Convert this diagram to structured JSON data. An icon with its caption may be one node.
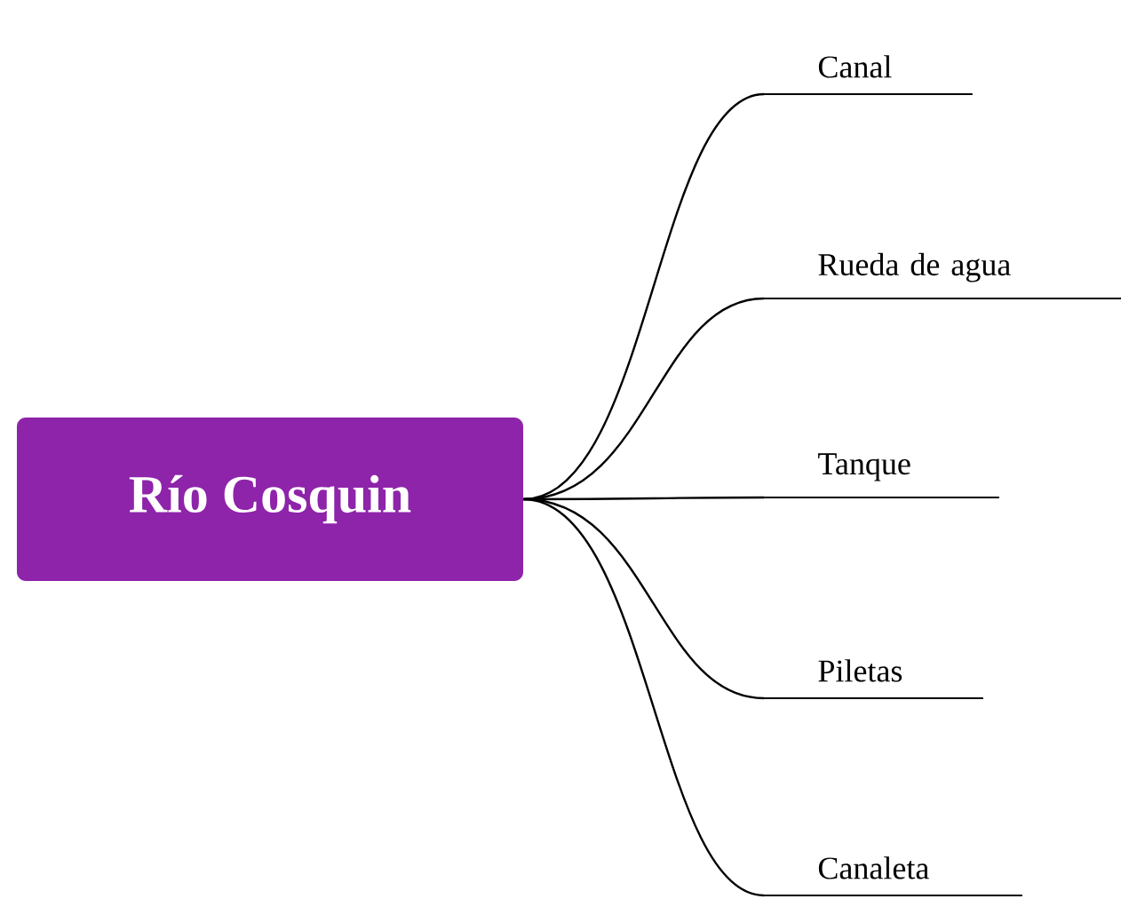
{
  "diagram": {
    "nodes": [
      {
        "text": [
          "Río Cosquin"
        ]
      },
      {
        "text": [
          "Canal"
        ]
      },
      {
        "text": [
          "Rueda de agua"
        ]
      },
      {
        "text": [
          "Tanque"
        ]
      },
      {
        "text": [
          "Piletas"
        ]
      },
      {
        "text": [
          "Canaleta"
        ]
      }
    ],
    "edges": [
      {
        "from": 0,
        "to": 1,
        "arrow": "none"
      },
      {
        "from": 0,
        "to": 2,
        "arrow": "none"
      },
      {
        "from": 0,
        "to": 3,
        "arrow": "none"
      },
      {
        "from": 0,
        "to": 4,
        "arrow": "none"
      },
      {
        "from": 0,
        "to": 5,
        "arrow": "none"
      }
    ]
  }
}
